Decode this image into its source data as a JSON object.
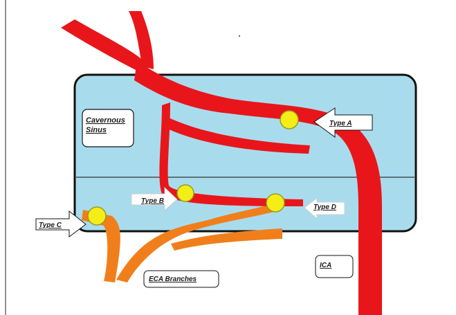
{
  "labels": {
    "cavernous_sinus_line1": "Cavernous",
    "cavernous_sinus_line2": "Sinus",
    "type_a": "Type A",
    "type_b": "Type B",
    "type_c": "Type C",
    "type_d": "Type D",
    "eca_branches": "ECA Branches",
    "ica": "ICA"
  },
  "colors": {
    "sinus_fill": "#a8dced",
    "artery_red": "#e8161b",
    "eca_orange": "#f07f1b",
    "fistula_yellow": "#f3ee16",
    "outline": "#111111"
  },
  "icons": {
    "fistula_marker": "circle",
    "pointer": "arrow-left"
  }
}
